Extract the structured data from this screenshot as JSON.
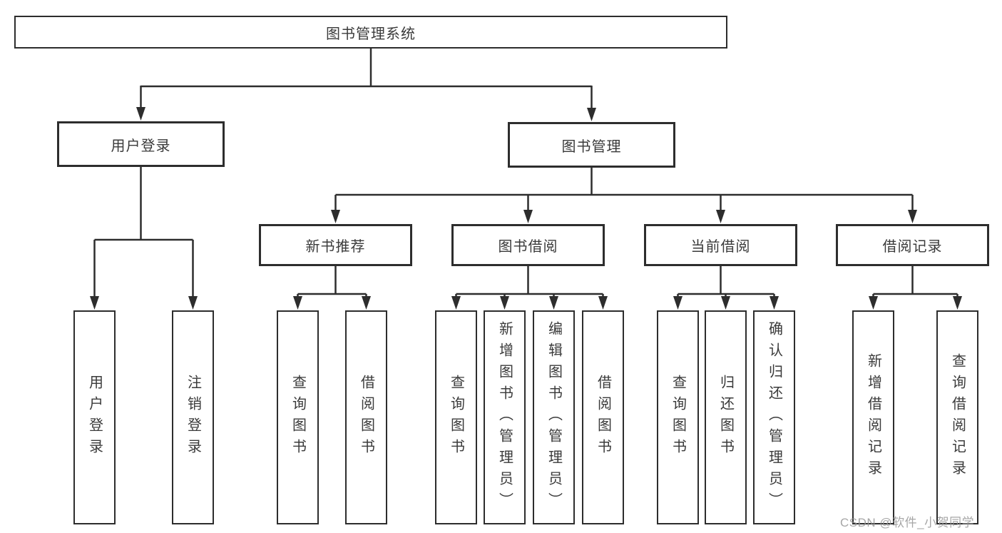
{
  "diagram": {
    "root": {
      "label": "图书管理系统"
    },
    "level2": [
      {
        "label": "用户登录"
      },
      {
        "label": "图书管理"
      }
    ],
    "level3": [
      {
        "label": "新书推荐",
        "parent": "图书管理"
      },
      {
        "label": "图书借阅",
        "parent": "图书管理"
      },
      {
        "label": "当前借阅",
        "parent": "图书管理"
      },
      {
        "label": "借阅记录",
        "parent": "图书管理"
      }
    ],
    "leaves": [
      {
        "label": "用户登录",
        "parent": "用户登录"
      },
      {
        "label": "注销登录",
        "parent": "用户登录"
      },
      {
        "label": "查询图书",
        "parent": "新书推荐"
      },
      {
        "label": "借阅图书",
        "parent": "新书推荐"
      },
      {
        "label": "查询图书",
        "parent": "图书借阅"
      },
      {
        "label": "新增图书（管理员）",
        "parent": "图书借阅"
      },
      {
        "label": "编辑图书（管理员）",
        "parent": "图书借阅"
      },
      {
        "label": "借阅图书",
        "parent": "图书借阅"
      },
      {
        "label": "查询图书",
        "parent": "当前借阅"
      },
      {
        "label": "归还图书",
        "parent": "当前借阅"
      },
      {
        "label": "确认归还（管理员）",
        "parent": "当前借阅"
      },
      {
        "label": "新增借阅记录",
        "parent": "借阅记录"
      },
      {
        "label": "查询借阅记录",
        "parent": "借阅记录"
      }
    ]
  },
  "watermark": "CSDN @软件_小贺同学",
  "colors": {
    "line": "#2d2d2d",
    "box_border": "#2d2d2d",
    "text": "#3a3a3a",
    "background": "#ffffff",
    "watermark": "#969696"
  }
}
